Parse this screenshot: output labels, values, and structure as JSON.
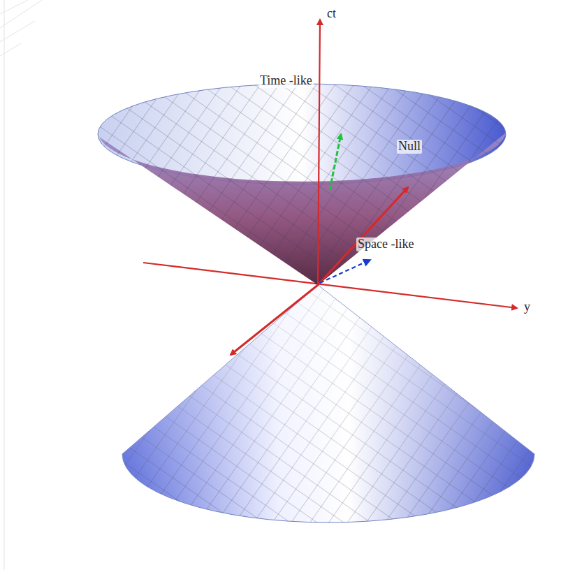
{
  "diagram": {
    "labels": [
      "ct",
      "Time -like",
      "Null",
      "Space -like",
      "y"
    ]
  }
}
